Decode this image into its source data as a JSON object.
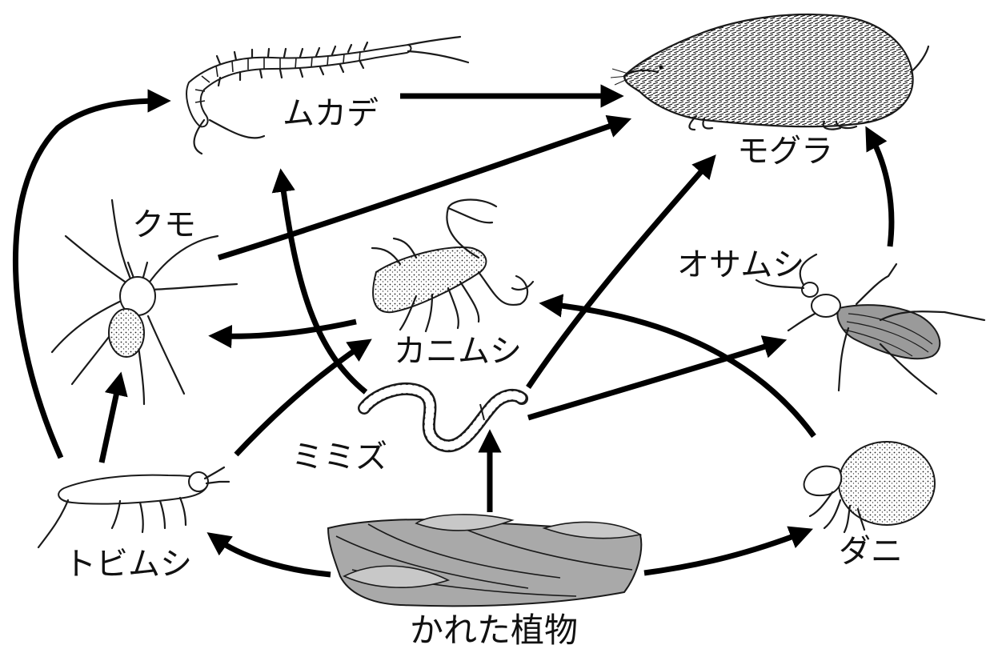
{
  "diagram": {
    "colors": {
      "ink": "#000000",
      "background": "#ffffff"
    },
    "nodes": {
      "mukade": {
        "label": "ムカデ",
        "icon": "centipede-icon"
      },
      "mogura": {
        "label": "モグラ",
        "icon": "mole-icon"
      },
      "kumo": {
        "label": "クモ",
        "icon": "spider-icon"
      },
      "kanimushi": {
        "label": "カニムシ",
        "icon": "pseudoscorpion-icon"
      },
      "osamushi": {
        "label": "オサムシ",
        "icon": "ground-beetle-icon"
      },
      "mimizu": {
        "label": "ミミズ",
        "icon": "earthworm-icon"
      },
      "tobimushi": {
        "label": "トビムシ",
        "icon": "springtail-icon"
      },
      "dani": {
        "label": "ダニ",
        "icon": "mite-icon"
      },
      "kareta": {
        "label": "かれた植物",
        "icon": "dead-leaves-icon"
      }
    },
    "edges": [
      {
        "from": "kareta",
        "to": "tobimushi"
      },
      {
        "from": "kareta",
        "to": "mimizu"
      },
      {
        "from": "kareta",
        "to": "dani"
      },
      {
        "from": "tobimushi",
        "to": "kumo"
      },
      {
        "from": "tobimushi",
        "to": "mukade"
      },
      {
        "from": "tobimushi",
        "to": "kanimushi"
      },
      {
        "from": "mimizu",
        "to": "mukade"
      },
      {
        "from": "mimizu",
        "to": "mogura"
      },
      {
        "from": "mimizu",
        "to": "osamushi"
      },
      {
        "from": "kanimushi",
        "to": "kumo"
      },
      {
        "from": "dani",
        "to": "kanimushi"
      },
      {
        "from": "kumo",
        "to": "mogura"
      },
      {
        "from": "mukade",
        "to": "mogura"
      },
      {
        "from": "osamushi",
        "to": "mogura"
      }
    ]
  }
}
